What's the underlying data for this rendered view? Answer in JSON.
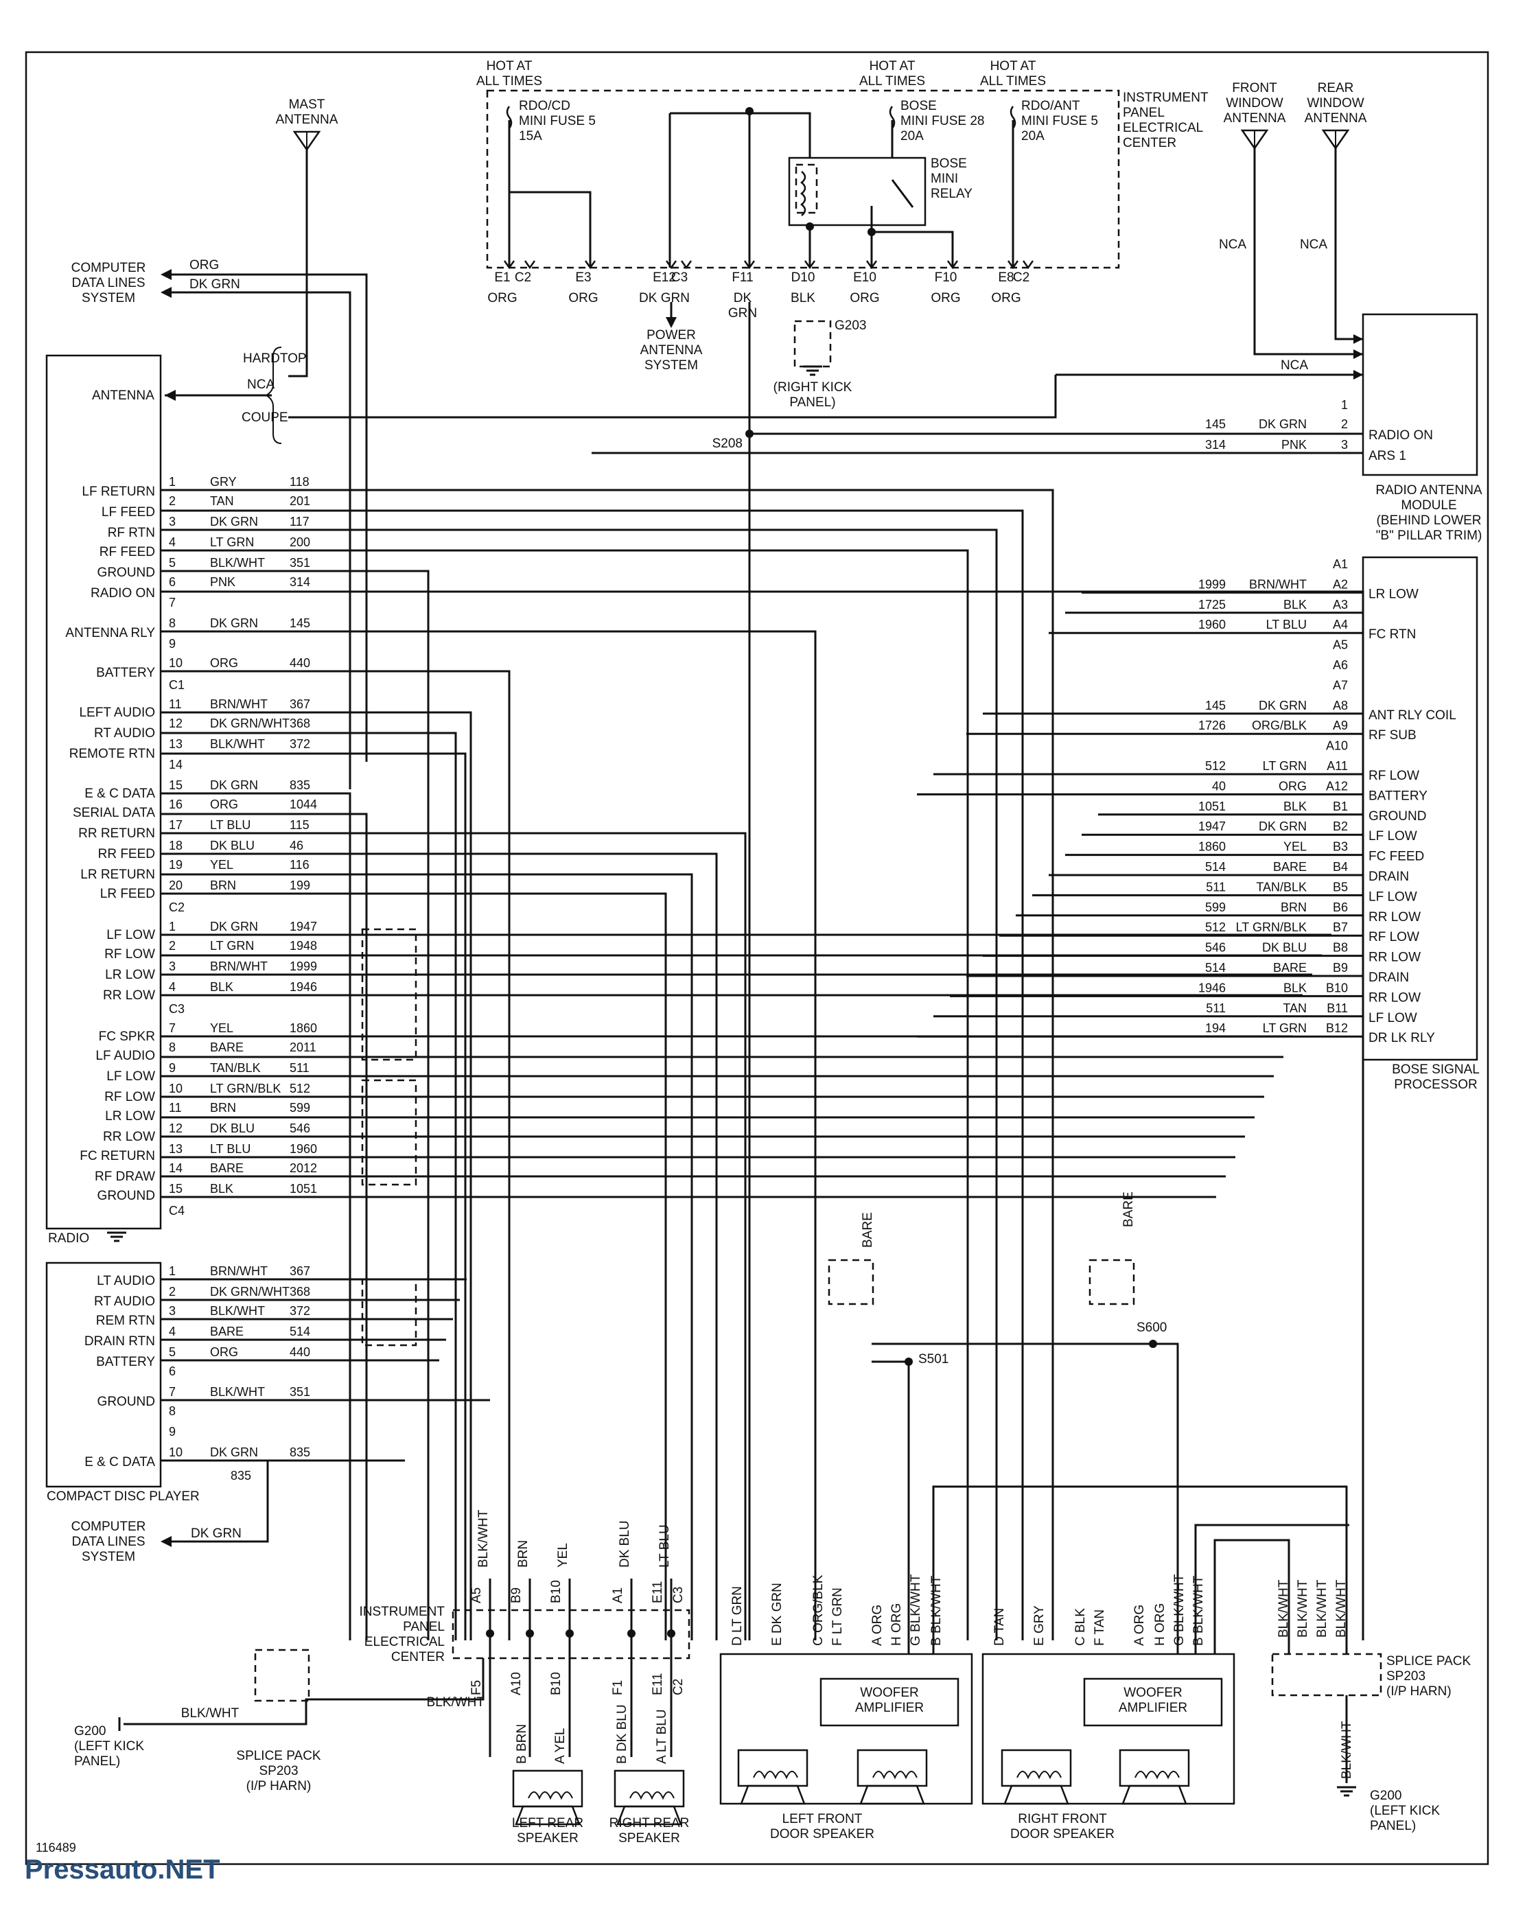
{
  "top_labels": {
    "hot1": "HOT AT\nALL TIMES",
    "hot2": "HOT AT\nALL TIMES",
    "hot3": "HOT AT\nALL TIMES",
    "fuse_rdo_cd": "RDO/CD\nMINI FUSE 5\n15A",
    "fuse_bose": "BOSE\nMINI FUSE 28\n20A",
    "fuse_rdo_ant": "RDO/ANT\nMINI FUSE 5\n20A",
    "ipec": "INSTRUMENT\nPANEL\nELECTRICAL\nCENTER",
    "bose_relay": "BOSE\nMINI\nRELAY",
    "mast_antenna": "MAST\nANTENNA",
    "front_window_antenna": "FRONT\nWINDOW\nANTENNA",
    "rear_window_antenna": "REAR\nWINDOW\nANTENNA",
    "nca": "NCA",
    "power_antenna": "POWER\nANTENNA\nSYSTEM",
    "g203": "G203",
    "right_kick": "(RIGHT KICK\nPANEL)",
    "s208": "S208",
    "computer_data_lines": "COMPUTER\nDATA LINES\nSYSTEM",
    "org": "ORG",
    "dk_grn": "DK GRN",
    "hardtop": "HARDTOP",
    "coupe": "COUPE",
    "antenna": "ANTENNA"
  },
  "ipec_pins": [
    {
      "pin": "E1",
      "color": "ORG"
    },
    {
      "pin": "C2",
      "color": ""
    },
    {
      "pin": "E3",
      "color": "ORG"
    },
    {
      "pin": "E12",
      "color": "DK GRN"
    },
    {
      "pin": "C3",
      "color": ""
    },
    {
      "pin": "F11",
      "color": "DK\nGRN"
    },
    {
      "pin": "D10",
      "color": "BLK"
    },
    {
      "pin": "E10",
      "color": "ORG"
    },
    {
      "pin": "F10",
      "color": "ORG"
    },
    {
      "pin": "E8",
      "color": "ORG"
    },
    {
      "pin": "C2",
      "color": ""
    }
  ],
  "radio": {
    "name": "RADIO",
    "labels": [
      "LF RETURN",
      "LF FEED",
      "RF RTN",
      "RF FEED",
      "GROUND",
      "RADIO ON",
      "ANTENNA RLY",
      "BATTERY",
      "LEFT AUDIO",
      "RT AUDIO",
      "REMOTE RTN",
      "E & C DATA",
      "SERIAL DATA",
      "RR RETURN",
      "RR FEED",
      "LR RETURN",
      "LR FEED",
      "LF LOW",
      "RF LOW",
      "LR LOW",
      "RR LOW",
      "FC SPKR",
      "LF AUDIO",
      "LF LOW",
      "RF LOW",
      "LR LOW",
      "RR LOW",
      "FC RETURN",
      "RF DRAW",
      "GROUND"
    ],
    "c1": [
      {
        "pin": "1",
        "color": "GRY",
        "circuit": "118"
      },
      {
        "pin": "2",
        "color": "TAN",
        "circuit": "201"
      },
      {
        "pin": "3",
        "color": "DK GRN",
        "circuit": "117"
      },
      {
        "pin": "4",
        "color": "LT GRN",
        "circuit": "200"
      },
      {
        "pin": "5",
        "color": "BLK/WHT",
        "circuit": "351"
      },
      {
        "pin": "6",
        "color": "PNK",
        "circuit": "314"
      },
      {
        "pin": "7",
        "color": "",
        "circuit": ""
      },
      {
        "pin": "8",
        "color": "DK GRN",
        "circuit": "145"
      },
      {
        "pin": "9",
        "color": "",
        "circuit": ""
      },
      {
        "pin": "10",
        "color": "ORG",
        "circuit": "440"
      }
    ],
    "c2": [
      {
        "pin": "11",
        "color": "BRN/WHT",
        "circuit": "367"
      },
      {
        "pin": "12",
        "color": "DK GRN/WHT",
        "circuit": "368"
      },
      {
        "pin": "13",
        "color": "BLK/WHT",
        "circuit": "372"
      },
      {
        "pin": "14",
        "color": "",
        "circuit": ""
      },
      {
        "pin": "15",
        "color": "DK GRN",
        "circuit": "835"
      },
      {
        "pin": "16",
        "color": "ORG",
        "circuit": "1044"
      },
      {
        "pin": "17",
        "color": "LT BLU",
        "circuit": "115"
      },
      {
        "pin": "18",
        "color": "DK BLU",
        "circuit": "46"
      },
      {
        "pin": "19",
        "color": "YEL",
        "circuit": "116"
      },
      {
        "pin": "20",
        "color": "BRN",
        "circuit": "199"
      }
    ],
    "c3": [
      {
        "pin": "1",
        "color": "DK GRN",
        "circuit": "1947"
      },
      {
        "pin": "2",
        "color": "LT GRN",
        "circuit": "1948"
      },
      {
        "pin": "3",
        "color": "BRN/WHT",
        "circuit": "1999"
      },
      {
        "pin": "4",
        "color": "BLK",
        "circuit": "1946"
      }
    ],
    "c4": [
      {
        "pin": "7",
        "color": "YEL",
        "circuit": "1860"
      },
      {
        "pin": "8",
        "color": "BARE",
        "circuit": "2011"
      },
      {
        "pin": "9",
        "color": "TAN/BLK",
        "circuit": "511"
      },
      {
        "pin": "10",
        "color": "LT GRN/BLK",
        "circuit": "512"
      },
      {
        "pin": "11",
        "color": "BRN",
        "circuit": "599"
      },
      {
        "pin": "12",
        "color": "DK BLU",
        "circuit": "546"
      },
      {
        "pin": "13",
        "color": "LT BLU",
        "circuit": "1960"
      },
      {
        "pin": "14",
        "color": "BARE",
        "circuit": "2012"
      },
      {
        "pin": "15",
        "color": "BLK",
        "circuit": "1051"
      }
    ],
    "connectors": [
      "C1",
      "C2",
      "C3",
      "C4"
    ]
  },
  "ram": {
    "title": "RADIO ANTENNA\nMODULE\n(BEHIND LOWER\n\"B\" PILLAR TRIM)",
    "rows": [
      {
        "pin": "1",
        "color": "",
        "circuit": ""
      },
      {
        "pin": "2",
        "color": "DK GRN",
        "circuit": "145"
      },
      {
        "pin": "3",
        "color": "PNK",
        "circuit": "314"
      }
    ],
    "labels": [
      "RADIO ON",
      "ARS 1"
    ]
  },
  "bsp": {
    "title": "BOSE SIGNAL\nPROCESSOR",
    "rows": [
      {
        "pin": "A1",
        "circuit": "",
        "color": "",
        "label": ""
      },
      {
        "pin": "A2",
        "circuit": "1999",
        "color": "BRN/WHT",
        "label": "LR LOW"
      },
      {
        "pin": "A3",
        "circuit": "1725",
        "color": "BLK",
        "label": ""
      },
      {
        "pin": "A4",
        "circuit": "1960",
        "color": "LT BLU",
        "label": "FC RTN"
      },
      {
        "pin": "A5",
        "circuit": "",
        "color": "",
        "label": ""
      },
      {
        "pin": "A6",
        "circuit": "",
        "color": "",
        "label": ""
      },
      {
        "pin": "A7",
        "circuit": "",
        "color": "",
        "label": ""
      },
      {
        "pin": "A8",
        "circuit": "145",
        "color": "DK GRN",
        "label": "ANT RLY COIL"
      },
      {
        "pin": "A9",
        "circuit": "1726",
        "color": "ORG/BLK",
        "label": "RF SUB"
      },
      {
        "pin": "A10",
        "circuit": "",
        "color": "",
        "label": ""
      },
      {
        "pin": "A11",
        "circuit": "512",
        "color": "LT GRN",
        "label": "RF LOW"
      },
      {
        "pin": "A12",
        "circuit": "40",
        "color": "ORG",
        "label": "BATTERY"
      },
      {
        "pin": "B1",
        "circuit": "1051",
        "color": "BLK",
        "label": "GROUND"
      },
      {
        "pin": "B2",
        "circuit": "1947",
        "color": "DK GRN",
        "label": "LF LOW"
      },
      {
        "pin": "B3",
        "circuit": "1860",
        "color": "YEL",
        "label": "FC FEED"
      },
      {
        "pin": "B4",
        "circuit": "514",
        "color": "BARE",
        "label": "DRAIN"
      },
      {
        "pin": "B5",
        "circuit": "511",
        "color": "TAN/BLK",
        "label": "LF LOW"
      },
      {
        "pin": "B6",
        "circuit": "599",
        "color": "BRN",
        "label": "RR LOW"
      },
      {
        "pin": "B7",
        "circuit": "512",
        "color": "LT GRN/BLK",
        "label": "RF LOW"
      },
      {
        "pin": "B8",
        "circuit": "546",
        "color": "DK BLU",
        "label": "RR LOW"
      },
      {
        "pin": "B9",
        "circuit": "514",
        "color": "BARE",
        "label": "DRAIN"
      },
      {
        "pin": "B10",
        "circuit": "1946",
        "color": "BLK",
        "label": "RR LOW"
      },
      {
        "pin": "B11",
        "circuit": "511",
        "color": "TAN",
        "label": "LF LOW"
      },
      {
        "pin": "B12",
        "circuit": "194",
        "color": "LT GRN",
        "label": "DR LK RLY"
      }
    ]
  },
  "cd": {
    "name": "COMPACT DISC PLAYER",
    "labels": [
      "LT AUDIO",
      "RT AUDIO",
      "REM RTN",
      "DRAIN RTN",
      "BATTERY",
      "GROUND",
      "E & C DATA"
    ],
    "rows": [
      {
        "pin": "1",
        "color": "BRN/WHT",
        "circuit": "367"
      },
      {
        "pin": "2",
        "color": "DK GRN/WHT",
        "circuit": "368"
      },
      {
        "pin": "3",
        "color": "BLK/WHT",
        "circuit": "372"
      },
      {
        "pin": "4",
        "color": "BARE",
        "circuit": "514"
      },
      {
        "pin": "5",
        "color": "ORG",
        "circuit": "440"
      },
      {
        "pin": "6",
        "color": "",
        "circuit": ""
      },
      {
        "pin": "7",
        "color": "BLK/WHT",
        "circuit": "351"
      },
      {
        "pin": "8",
        "color": "",
        "circuit": ""
      },
      {
        "pin": "9",
        "color": "",
        "circuit": ""
      },
      {
        "pin": "10",
        "color": "DK GRN",
        "circuit": "835"
      }
    ],
    "computer": "COMPUTER\nDATA LINES\nSYSTEM",
    "dk_grn": "DK GRN"
  },
  "bottom": {
    "ipec_label": "INSTRUMENT\nPANEL\nELECTRICAL\nCENTER",
    "ipec_pins_top": [
      "A5",
      "B9",
      "B10",
      "A1",
      "E11",
      "C3"
    ],
    "ipec_pins_bottom": [
      "F5",
      "A10",
      "B10",
      "F1",
      "E11",
      "C2"
    ],
    "colors_top": [
      "BLK/WHT",
      "BRN",
      "YEL",
      "DK BLU",
      "LT BLU"
    ],
    "blk_wht": "BLK/WHT",
    "g200_left": "G200\n(LEFT KICK\nPANEL)",
    "splice_left": "SPLICE PACK\nSP203\n(I/P HARN)",
    "left_rear": "LEFT REAR\nSPEAKER",
    "right_rear": "RIGHT REAR\nSPEAKER",
    "lr_wires": [
      "B BRN",
      "A YEL"
    ],
    "rr_wires": [
      "B DK BLU",
      "A LT BLU"
    ],
    "left_front": "LEFT FRONT\nDOOR SPEAKER",
    "right_front": "RIGHT FRONT\nDOOR SPEAKER",
    "woofer": "WOOFER\nAMPLIFIER",
    "lf_wires": [
      "D LT GRN",
      "E DK GRN",
      "C ORG/BLK",
      "F LT GRN",
      "A ORG",
      "H ORG",
      "G BLK/WHT",
      "B BLK/WHT"
    ],
    "rf_wires": [
      "D TAN",
      "E GRY",
      "C BLK",
      "F TAN",
      "A ORG",
      "H ORG",
      "G BLK/WHT",
      "B BLK/WHT"
    ],
    "s501": "S501",
    "s600": "S600",
    "bare": "BARE",
    "splice_right": "SPLICE PACK\nSP203\n(I/P HARN)",
    "g200_right": "G200\n(LEFT KICK\nPANEL)",
    "right_blkwht": [
      "BLK/WHT",
      "BLK/WHT",
      "BLK/WHT",
      "BLK/WHT"
    ],
    "fig_id": "116489"
  },
  "watermark": "Pressauto.NET"
}
